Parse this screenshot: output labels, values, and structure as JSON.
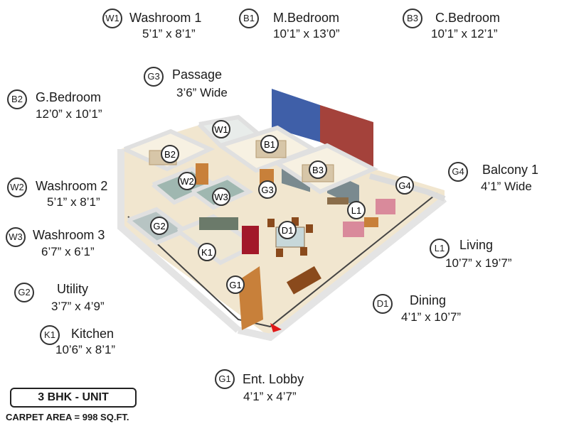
{
  "legend": [
    {
      "code": "W1",
      "name": "Washroom 1",
      "size": "5’1” x 8’1”"
    },
    {
      "code": "B1",
      "name": "M.Bedroom",
      "size": "10’1” x 13’0”"
    },
    {
      "code": "B3",
      "name": "C.Bedroom",
      "size": "10’1” x 12’1”"
    },
    {
      "code": "G3",
      "name": "Passage",
      "size": "3’6” Wide"
    },
    {
      "code": "B2",
      "name": "G.Bedroom",
      "size": "12’0” x 10’1”"
    },
    {
      "code": "G4",
      "name": "Balcony 1",
      "size": "4’1” Wide"
    },
    {
      "code": "W2",
      "name": "Washroom 2",
      "size": "5’1” x 8’1”"
    },
    {
      "code": "W3",
      "name": "Washroom 3",
      "size": "6’7” x 6’1”"
    },
    {
      "code": "L1",
      "name": "Living",
      "size": "10’7” x 19’7”"
    },
    {
      "code": "G2",
      "name": "Utility",
      "size": "3’7” x 4’9”"
    },
    {
      "code": "D1",
      "name": "Dining",
      "size": "4’1” x 10’7”"
    },
    {
      "code": "K1",
      "name": "Kitchen",
      "size": "10’6” x 8’1”"
    },
    {
      "code": "G1",
      "name": "Ent. Lobby",
      "size": "4’1” x 4’7”"
    }
  ],
  "plan_labels": [
    "W1",
    "B1",
    "B2",
    "B3",
    "W2",
    "W3",
    "G3",
    "G4",
    "L1",
    "G2",
    "D1",
    "K1",
    "G1"
  ],
  "unit": {
    "title": "3 BHK - UNIT",
    "carpet_area": "CARPET AREA = 998 SQ.FT."
  },
  "colors": {
    "wall_blue": "#3f5fa8",
    "wall_red": "#a4423b",
    "floor": "#f1e6cf",
    "wall": "#ececec",
    "tile": "#9fb7b0",
    "wood": "#c8803a",
    "sofa": "#d98a9b"
  }
}
